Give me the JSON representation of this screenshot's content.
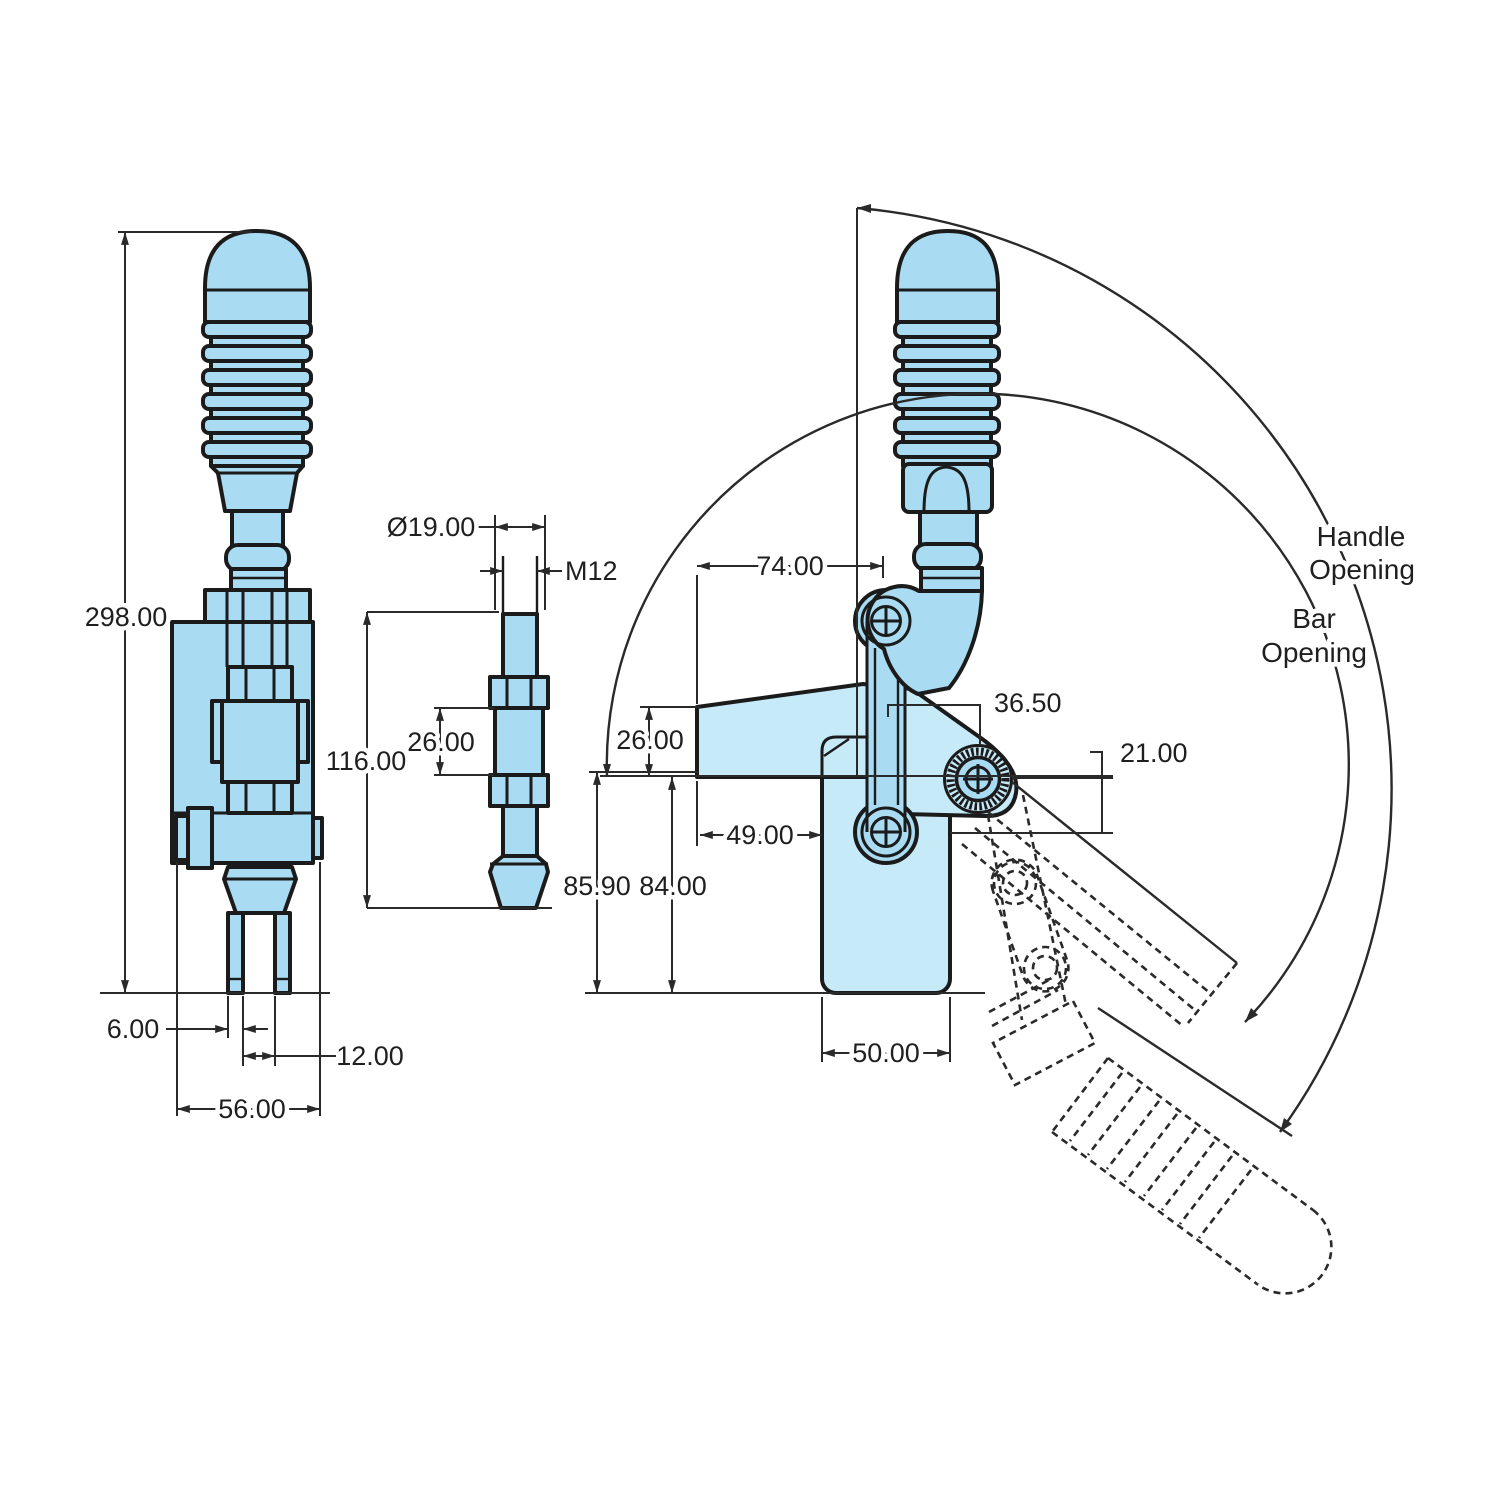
{
  "drawing": {
    "type": "engineering-drawing",
    "subject": "vertical-handle toggle clamp, three views with open-position ghost",
    "views": [
      "front-view",
      "spindle-detail-view",
      "side-view"
    ]
  },
  "dims": {
    "front_total_height": "298.00",
    "front_prong_width": "6.00",
    "front_slot_width": "12.00",
    "front_overall_width": "56.00",
    "spindle_diameter": "Ø19.00",
    "spindle_thread": "M12",
    "spindle_length": "116.00",
    "spindle_adjust": "26.00",
    "side_handle_offset": "74.00",
    "side_bar_height": "26.00",
    "side_pivot_offset": "36.50",
    "side_drop": "21.00",
    "side_link_offset": "49.00",
    "side_height_open": "85.90",
    "side_height_closed": "84.00",
    "side_base_width": "50.00"
  },
  "labels": {
    "handle_opening_line1": "Handle",
    "handle_opening_line2": "Opening",
    "bar_opening_line1": "Bar",
    "bar_opening_line2": "Opening"
  },
  "colors": {
    "background": "#ffffff",
    "part_fill": "#a9dcf3",
    "part_fill_light": "#c7eaf9",
    "outline": "#1b1b1b",
    "dim_line": "#2a2a2a"
  }
}
